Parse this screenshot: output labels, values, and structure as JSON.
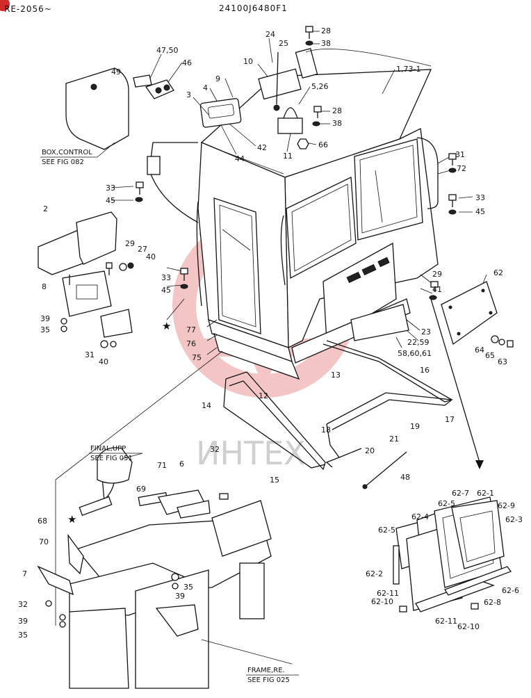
{
  "header": {
    "left": "RE-2056~",
    "code": "24100J6480F1"
  },
  "watermark": "ИНТЕХ",
  "refs": {
    "box_control_1": "BOX,CONTROL",
    "box_control_2": "SEE FIG 082",
    "final_upp_1": "FINAL,UPP",
    "final_upp_2": "SEE FIG 051",
    "frame_re_1": "FRAME,RE.",
    "frame_re_2": "SEE FIG 025"
  },
  "callouts": {
    "c24": "24",
    "c28a": "28",
    "c38a": "38",
    "c2526": "25",
    "c4750": "47,50",
    "c46": "46",
    "c49": "49",
    "c10": "10",
    "c1731": "1,73-1",
    "c9": "9",
    "c4": "4",
    "c3": "3",
    "c526": "5,26",
    "c28b": "28",
    "c38b": "38",
    "c42": "42",
    "c44": "44",
    "c11": "11",
    "c66": "66",
    "c31a": "31",
    "c72": "72",
    "c33a": "33",
    "c45a": "45",
    "c33b": "33",
    "c45b": "45",
    "c2": "2",
    "c29a": "29",
    "c27": "27",
    "c40a": "40",
    "c8": "8",
    "c33c": "33",
    "c45c": "45",
    "c29b": "29",
    "c41": "41",
    "c62": "62",
    "c39a": "39",
    "c35a": "35",
    "c77": "77",
    "c76": "76",
    "c75": "75",
    "c23": "23",
    "c2259": "22,59",
    "c5861": "58,60,61",
    "c31b": "31",
    "c40b": "40",
    "c64": "64",
    "c65": "65",
    "c63": "63",
    "c13": "13",
    "c16": "16",
    "c12": "12",
    "c14": "14",
    "c17": "17",
    "c19": "19",
    "c21": "21",
    "c18": "18",
    "c20": "20",
    "c15": "15",
    "c48": "48",
    "c32a": "32",
    "c71": "71",
    "c6": "6",
    "c69": "69",
    "c68": "68",
    "c70": "70",
    "c7": "7",
    "c32b": "32",
    "c39b": "39",
    "c35b": "35",
    "c39c": "39",
    "c35c": "35",
    "d627": "62-7",
    "d621": "62-1",
    "d625a": "62-5",
    "d629": "62-9",
    "d624": "62-4",
    "d623": "62-3",
    "d625b": "62-5",
    "d622": "62-2",
    "d626": "62-6",
    "d6211a": "62-11",
    "d6210a": "62-10",
    "d628": "62-8",
    "d6211b": "62-11",
    "d6210b": "62-10"
  }
}
